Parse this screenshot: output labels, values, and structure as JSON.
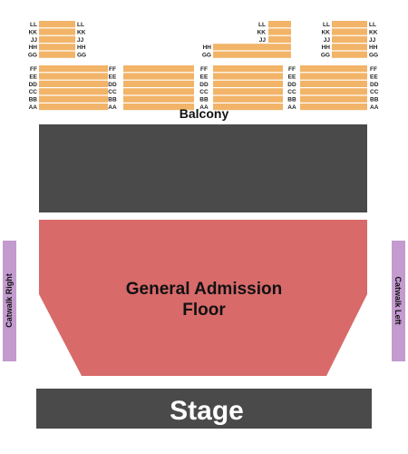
{
  "colors": {
    "balcony_seats": "#f2b468",
    "reserved_block": "#4a4a4a",
    "general_admission": "#d86a6a",
    "stage": "#4a4a4a",
    "catwalk": "#c39bcf",
    "background": "#ffffff"
  },
  "balcony": {
    "label": "Balcony",
    "upper_left": {
      "rows": [
        "LL",
        "KK",
        "JJ",
        "HH",
        "GG"
      ]
    },
    "upper_center": {
      "rows": [
        "LL",
        "KK",
        "JJ",
        "GG"
      ],
      "row_hh_label": "HH"
    },
    "upper_right": {
      "rows": [
        "LL",
        "KK",
        "JJ",
        "HH",
        "GG"
      ]
    },
    "lower": {
      "rows": [
        "FF",
        "EE",
        "DD",
        "CC",
        "BB",
        "AA"
      ]
    }
  },
  "floor": {
    "label_line1": "General Admission",
    "label_line2": "Floor"
  },
  "stage": {
    "label": "Stage"
  },
  "catwalk_right": {
    "label": "Catwalk Right"
  },
  "catwalk_left": {
    "label": "Catwalk Left"
  }
}
